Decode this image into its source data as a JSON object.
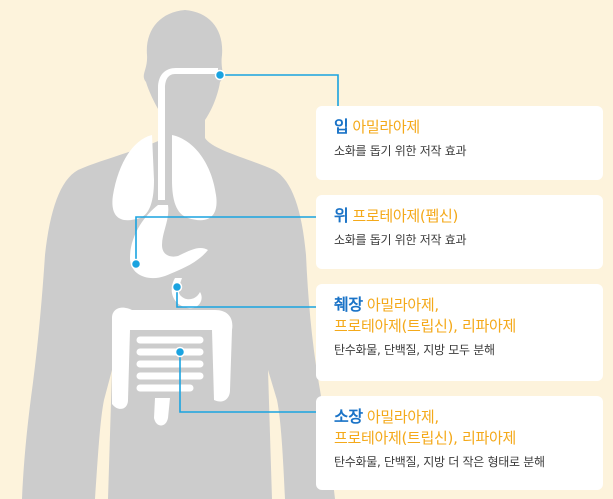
{
  "colors": {
    "background": "#fdf3dc",
    "body": "#cccccc",
    "organ": "#ffffff",
    "leader": "#1aa3e0",
    "organ_name": "#1a73c7",
    "enzyme": "#f4a91a"
  },
  "callouts": [
    {
      "organ": "입",
      "enzyme_lines": [
        "아밀라아제"
      ],
      "description": "소화를 돕기 위한 저작 효과"
    },
    {
      "organ": "위",
      "enzyme_lines": [
        "프로테아제(펩신)"
      ],
      "description": "소화를 돕기 위한 저작 효과"
    },
    {
      "organ": "췌장",
      "enzyme_lines": [
        "아밀라아제,",
        "프로테아제(트립신), 리파아제"
      ],
      "description": "탄수화물, 단백질, 지방 모두 분해"
    },
    {
      "organ": "소장",
      "enzyme_lines": [
        "아밀라아제,",
        "프로테아제(트립신), 리파아제"
      ],
      "description": "탄수화물, 단백질, 지방 더 작은 형태로 분해"
    }
  ]
}
